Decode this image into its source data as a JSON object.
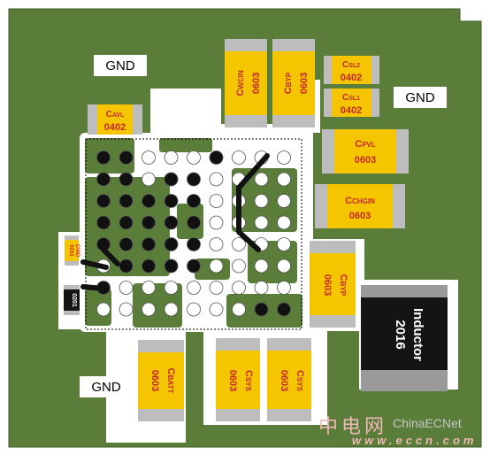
{
  "gnd": {
    "top_left": "GND",
    "right": "GND",
    "bottom_left": "GND"
  },
  "components": {
    "cwcin": {
      "name_main": "C",
      "name_sub": "WCIN",
      "size": "0603"
    },
    "cbyp_top": {
      "name_main": "C",
      "name_sub": "BYP",
      "size": "0603"
    },
    "csl2": {
      "name_main": "C",
      "name_sub": "SL2",
      "size": "0402"
    },
    "csl1": {
      "name_main": "C",
      "name_sub": "SL1",
      "size": "0402"
    },
    "cavl": {
      "name_main": "C",
      "name_sub": "AVL",
      "size": "0402"
    },
    "cpvl": {
      "name_main": "C",
      "name_sub": "PVL",
      "size": "0603"
    },
    "cchgin": {
      "name_main": "C",
      "name_sub": "CHGIN",
      "size": "0603"
    },
    "cbyp_right": {
      "name_main": "C",
      "name_sub": "BYP",
      "size": "0603"
    },
    "cvio": {
      "name_main": "C",
      "name_sub": "VIO",
      "size": "0201"
    },
    "r0201": {
      "size": "0201"
    },
    "cbatt": {
      "name_main": "C",
      "name_sub": "BATT",
      "size": "0603"
    },
    "csys1": {
      "name_main": "C",
      "name_sub": "SYS",
      "size": "0603"
    },
    "csys2": {
      "name_main": "C",
      "name_sub": "SYS",
      "size": "0603"
    },
    "inductor": {
      "size": "2016",
      "name": "Inductor"
    }
  },
  "bga": {
    "rows": 8,
    "cols": 9,
    "filled": [
      [
        0,
        0
      ],
      [
        0,
        1
      ],
      [
        0,
        5
      ],
      [
        1,
        0
      ],
      [
        1,
        1
      ],
      [
        1,
        3
      ],
      [
        1,
        4
      ],
      [
        2,
        0
      ],
      [
        2,
        1
      ],
      [
        2,
        2
      ],
      [
        2,
        3
      ],
      [
        2,
        4
      ],
      [
        3,
        0
      ],
      [
        3,
        1
      ],
      [
        3,
        2
      ],
      [
        3,
        3
      ],
      [
        3,
        4
      ],
      [
        4,
        0
      ],
      [
        4,
        1
      ],
      [
        4,
        2
      ],
      [
        4,
        3
      ],
      [
        4,
        4
      ],
      [
        5,
        1
      ],
      [
        5,
        2
      ],
      [
        5,
        3
      ],
      [
        5,
        4
      ],
      [
        6,
        0
      ],
      [
        7,
        7
      ],
      [
        7,
        8
      ]
    ]
  },
  "watermark": {
    "cn": "中电网",
    "en": "ChinaECNet",
    "url": "www.eccn.com"
  },
  "colors": {
    "board": "#5a7d3a",
    "copper_outline": "#ffffff",
    "cap_body": "#f5c500",
    "cap_end": "#bdbdbd",
    "cap_text": "#c62828",
    "inductor_body": "#141414",
    "inductor_end": "#9a9a9a"
  }
}
